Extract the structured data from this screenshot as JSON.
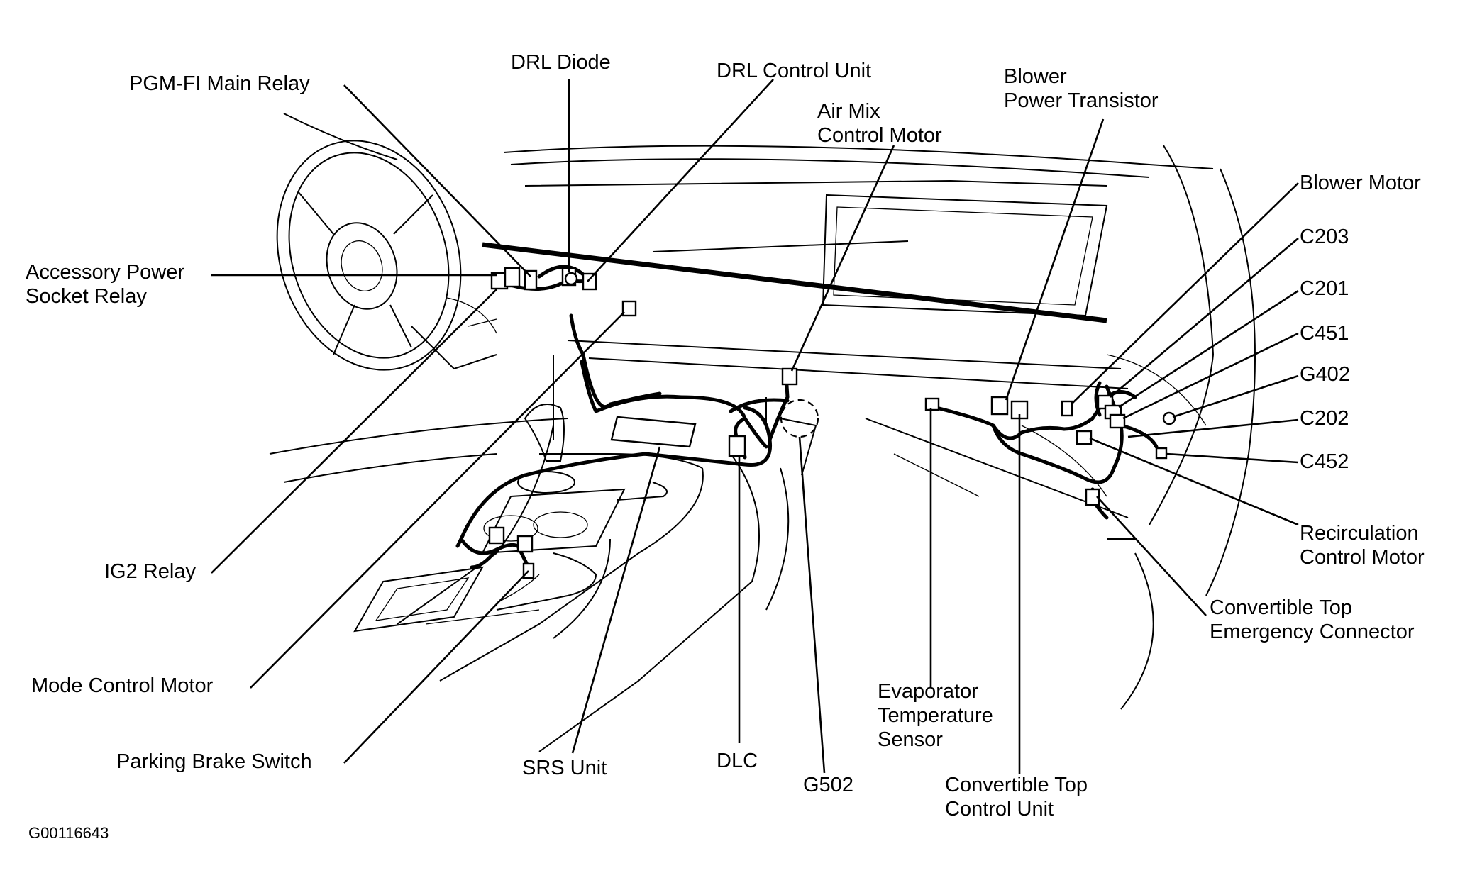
{
  "labels": {
    "pgm_fi_main_relay": "PGM-FI Main Relay",
    "drl_diode": "DRL Diode",
    "drl_control_unit": "DRL  Control Unit",
    "air_mix_line1": "Air Mix",
    "air_mix_line2": "Control Motor",
    "blower_pt_line1": "Blower",
    "blower_pt_line2": "Power Transistor",
    "blower_motor": "Blower Motor",
    "c203": "C203",
    "c201": "C201",
    "c451": "C451",
    "g402": "G402",
    "c202": "C202",
    "c452": "C452",
    "recirc_line1": "Recirculation",
    "recirc_line2": "Control Motor",
    "ct_emergency_line1": "Convertible Top",
    "ct_emergency_line2": "Emergency Connector",
    "accessory_line1": "Accessory Power",
    "accessory_line2": "Socket Relay",
    "ig2_relay": "IG2 Relay",
    "mode_control_motor": "Mode Control Motor",
    "parking_brake_switch": "Parking Brake Switch",
    "srs_unit": "SRS Unit",
    "dlc": "DLC",
    "g502": "G502",
    "evap_line1": "Evaporator",
    "evap_line2": "Temperature",
    "evap_line3": "Sensor",
    "ct_control_line1": "Convertible Top",
    "ct_control_line2": "Control Unit"
  },
  "figure_id": "G00116643"
}
